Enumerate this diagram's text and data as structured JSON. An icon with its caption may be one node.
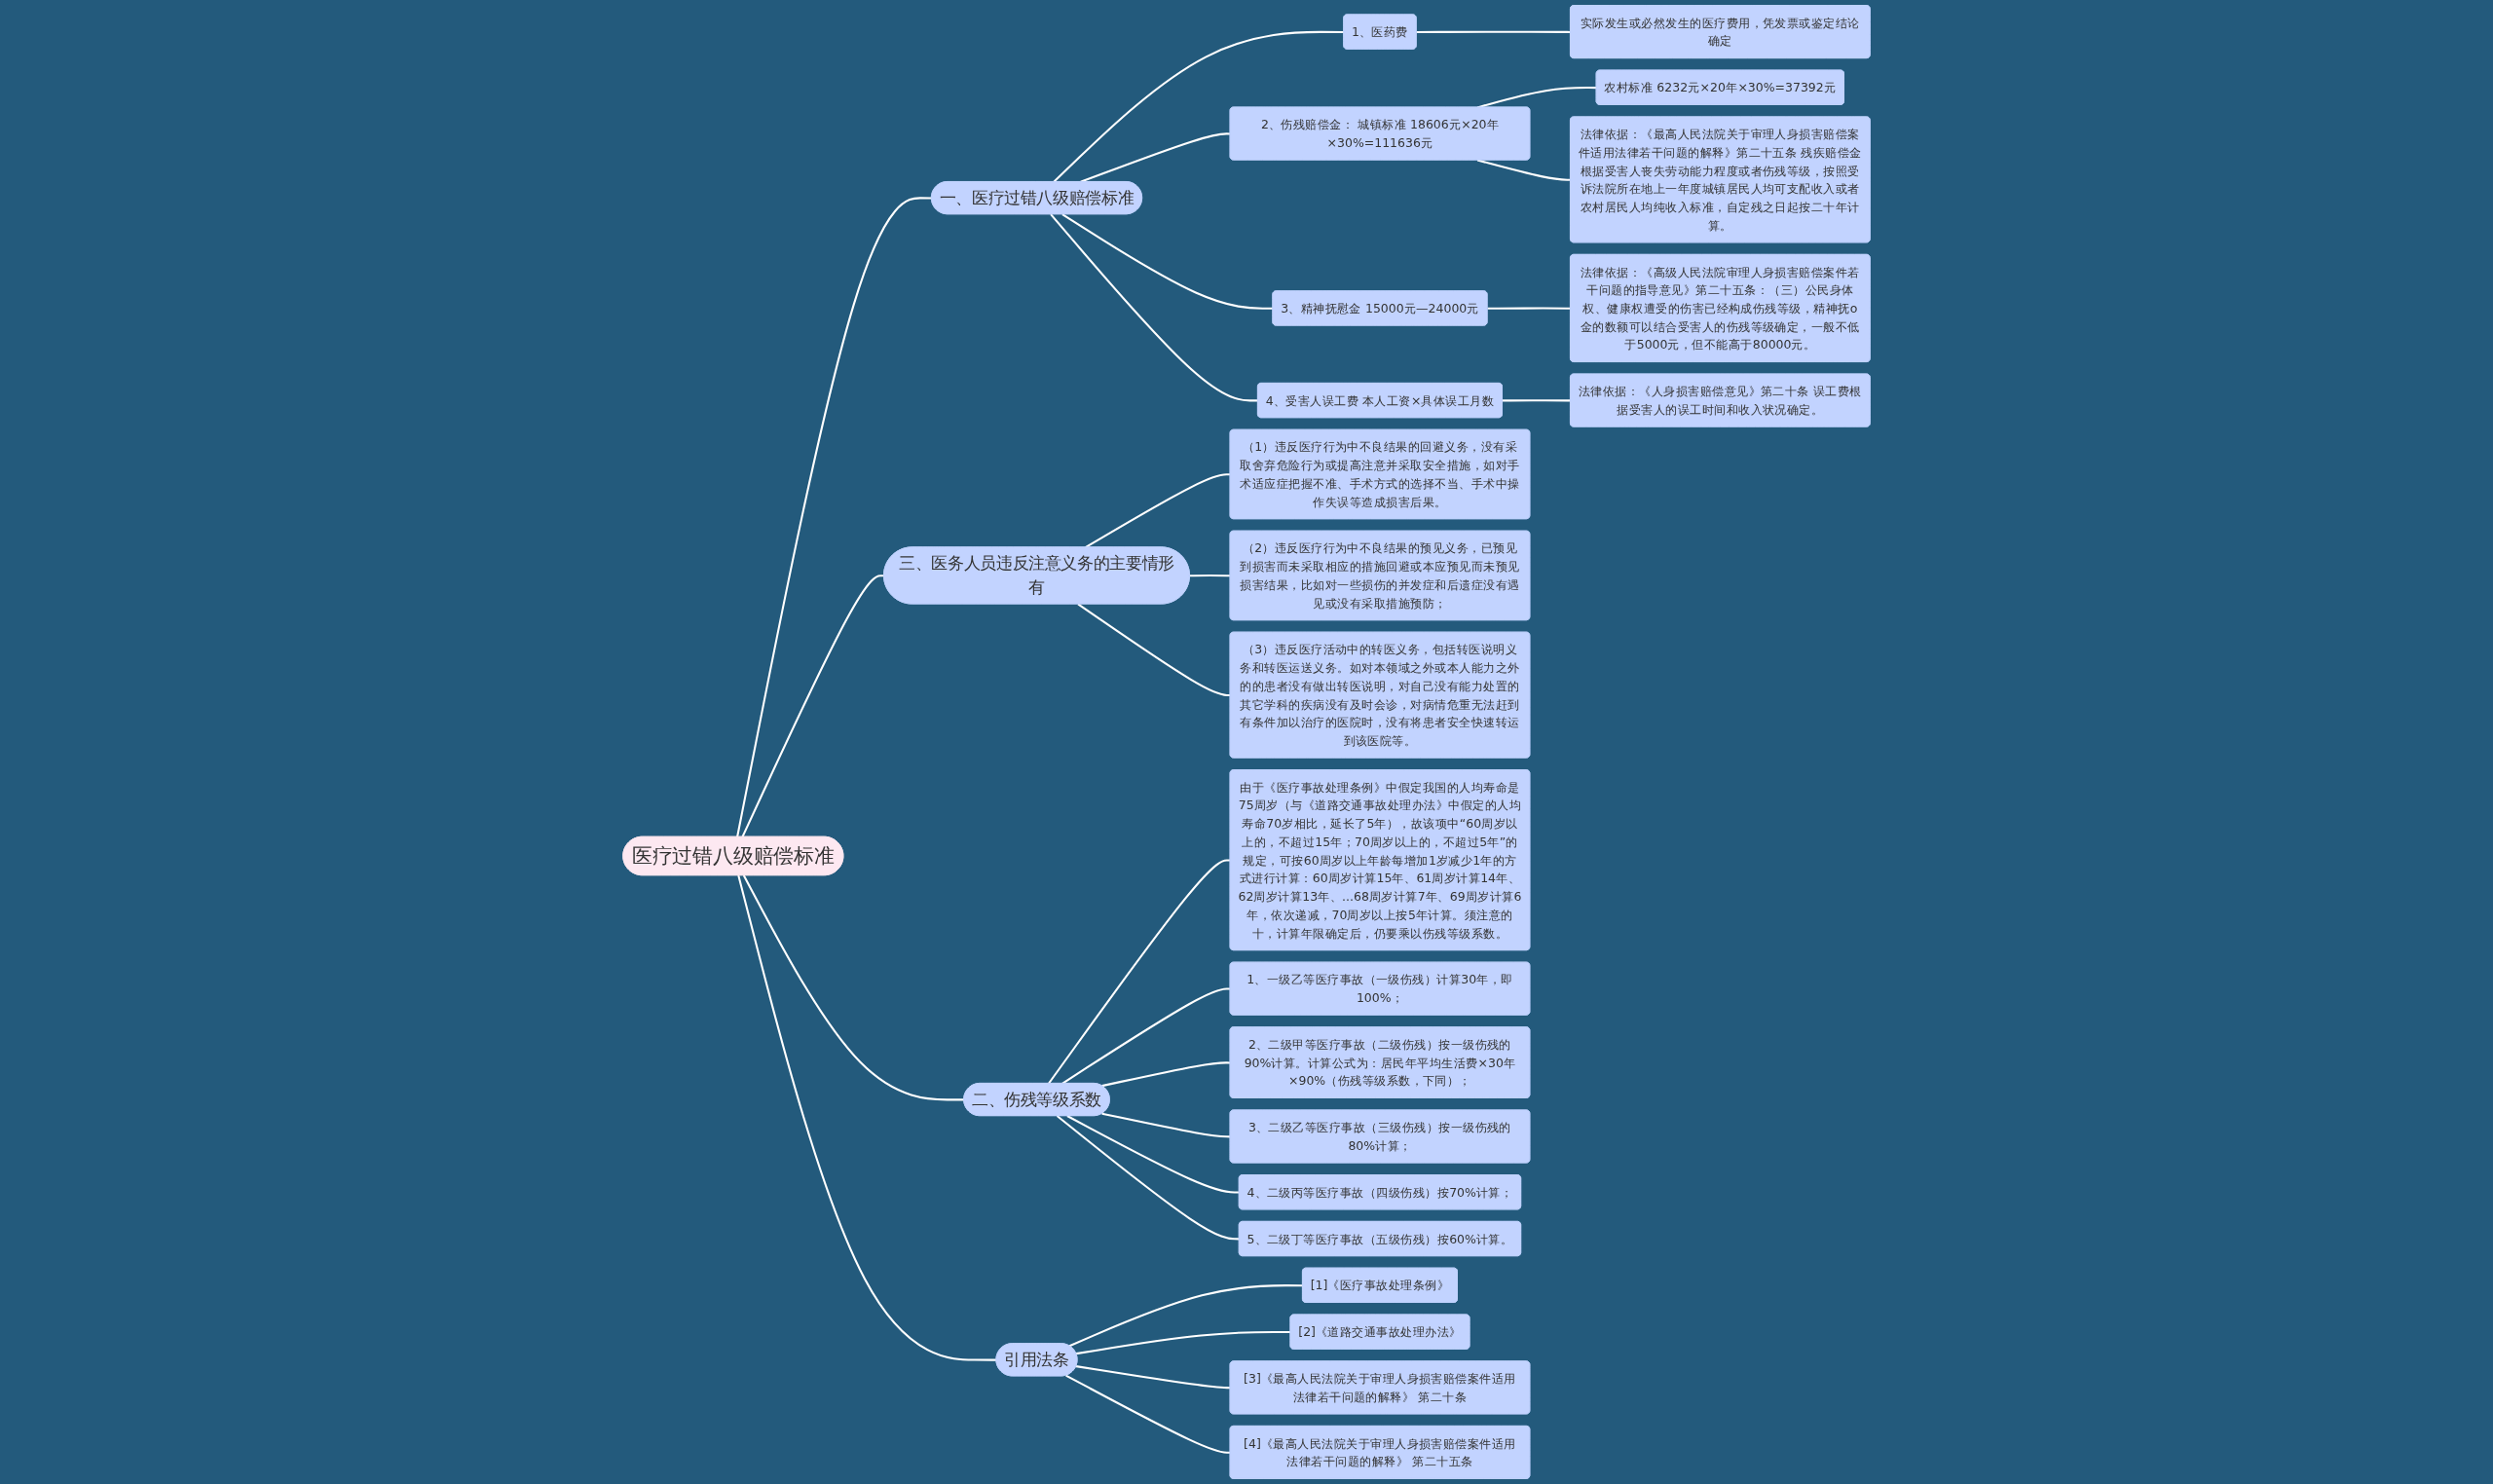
{
  "diagram": {
    "nodes": [
      {
        "text": [
          "医疗过错八级赔偿标准"
        ]
      },
      {
        "text": [
          "一、医疗过错八级赔偿标准"
        ]
      },
      {
        "text": [
          "1、医药费"
        ]
      },
      {
        "text": [
          "实际发生或必然发生的医疗费用，凭发票或鉴定结论确定"
        ]
      },
      {
        "text": [
          "2、伤残赔偿金： 城镇标准 18606元×20年×30%=111636元"
        ]
      },
      {
        "text": [
          "农村标准 6232元×20年×30%=37392元"
        ]
      },
      {
        "text": [
          "法律依据：《最高人民法院关于审理人身损害赔偿案件适用法律若干问题的解释》第二十五条 残疾赔偿金根据受害人丧失劳动能力程度或者伤残等级，按照受诉法院所在地上一年度城镇居民人均可支配收入或者农村居民人均纯收入标准，自定残之日起按二十年计算。"
        ]
      },
      {
        "text": [
          "3、精神抚慰金 15000元—24000元"
        ]
      },
      {
        "text": [
          "法律依据：《高级人民法院审理人身损害赔偿案件若干问题的指导意见》第二十五条：（三）公民身体权、健康权遭受的伤害已经构成伤残等级，精神抚o金的数额可以结合受害人的伤残等级确定，一般不低于5000元，但不能高于80000元。"
        ]
      },
      {
        "text": [
          "4、受害人误工费 本人工资×具体误工月数"
        ]
      },
      {
        "text": [
          "法律依据：《人身损害赔偿意见》第二十条 误工费根据受害人的误工时间和收入状况确定。"
        ]
      },
      {
        "text": [
          "三、医务人员违反注意义务的主要情形有"
        ]
      },
      {
        "text": [
          "（1）违反医疗行为中不良结果的回避义务，没有采取舍弃危险行为或提高注意并采取安全措施，如对手术适应症把握不准、手术方式的选择不当、手术中操作失误等造成损害后果。"
        ]
      },
      {
        "text": [
          "（2）违反医疗行为中不良结果的预见义务，已预见到损害而未采取相应的措施回避或本应预见而未预见损害结果，比如对一些损伤的并发症和后遗症没有遇见或没有采取措施预防；"
        ]
      },
      {
        "text": [
          "（3）违反医疗活动中的转医义务，包括转医说明义务和转医运送义务。如对本领域之外或本人能力之外的的患者没有做出转医说明，对自己没有能力处置的其它学科的疾病没有及时会诊，对病情危重无法赶到有条件加以治疗的医院时，没有将患者安全快速转运到该医院等。"
        ]
      },
      {
        "text": [
          "二、伤残等级系数"
        ]
      },
      {
        "text": [
          "由于《医疗事故处理条例》中假定我国的人均寿命是75周岁（与《道路交通事故处理办法》中假定的人均寿命70岁相比，延长了5年），故该项中“60周岁以上的，不超过15年；70周岁以上的，不超过5年”的规定，可按60周岁以上年龄每增加1岁减少1年的方式进行计算：60周岁计算15年、61周岁计算14年、62周岁计算13年、...68周岁计算7年、69周岁计算6年，依次递减，70周岁以上按5年计算。须注意的十，计算年限确定后，仍要乘以伤残等级系数。"
        ]
      },
      {
        "text": [
          "1、一级乙等医疗事故（一级伤残）计算30年，即100%；"
        ]
      },
      {
        "text": [
          "2、二级甲等医疗事故（二级伤残）按一级伤残的90%计算。计算公式为：居民年平均生活费×30年×90%（伤残等级系数，下同）；"
        ]
      },
      {
        "text": [
          "3、二级乙等医疗事故（三级伤残）按一级伤残的80%计算；"
        ]
      },
      {
        "text": [
          "4、二级丙等医疗事故（四级伤残）按70%计算；"
        ]
      },
      {
        "text": [
          "5、二级丁等医疗事故（五级伤残）按60%计算。"
        ]
      },
      {
        "text": [
          "引用法条"
        ]
      },
      {
        "text": [
          "[1]《医疗事故处理条例》"
        ]
      },
      {
        "text": [
          "[2]《道路交通事故处理办法》"
        ]
      },
      {
        "text": [
          "[3]《最高人民法院关于审理人身损害赔偿案件适用法律若干问题的解释》 第二十条"
        ]
      },
      {
        "text": [
          "[4]《最高人民法院关于审理人身损害赔偿案件适用法律若干问题的解释》 第二十五条"
        ]
      }
    ],
    "edges": [
      {
        "from": 0,
        "to": 1,
        "arrow": "none"
      },
      {
        "from": 1,
        "to": 2,
        "arrow": "none"
      },
      {
        "from": 2,
        "to": 3,
        "arrow": "none"
      },
      {
        "from": 1,
        "to": 4,
        "arrow": "none"
      },
      {
        "from": 4,
        "to": 5,
        "arrow": "none"
      },
      {
        "from": 4,
        "to": 6,
        "arrow": "none"
      },
      {
        "from": 1,
        "to": 7,
        "arrow": "none"
      },
      {
        "from": 7,
        "to": 8,
        "arrow": "none"
      },
      {
        "from": 1,
        "to": 9,
        "arrow": "none"
      },
      {
        "from": 9,
        "to": 10,
        "arrow": "none"
      },
      {
        "from": 0,
        "to": 11,
        "arrow": "none"
      },
      {
        "from": 11,
        "to": 12,
        "arrow": "none"
      },
      {
        "from": 11,
        "to": 13,
        "arrow": "none"
      },
      {
        "from": 11,
        "to": 14,
        "arrow": "none"
      },
      {
        "from": 0,
        "to": 15,
        "arrow": "none"
      },
      {
        "from": 15,
        "to": 16,
        "arrow": "none"
      },
      {
        "from": 15,
        "to": 17,
        "arrow": "none"
      },
      {
        "from": 15,
        "to": 18,
        "arrow": "none"
      },
      {
        "from": 15,
        "to": 19,
        "arrow": "none"
      },
      {
        "from": 15,
        "to": 20,
        "arrow": "none"
      },
      {
        "from": 15,
        "to": 21,
        "arrow": "none"
      },
      {
        "from": 0,
        "to": 22,
        "arrow": "none"
      },
      {
        "from": 22,
        "to": 23,
        "arrow": "none"
      },
      {
        "from": 22,
        "to": 24,
        "arrow": "none"
      },
      {
        "from": 22,
        "to": 25,
        "arrow": "none"
      },
      {
        "from": 22,
        "to": 26,
        "arrow": "none"
      }
    ]
  }
}
